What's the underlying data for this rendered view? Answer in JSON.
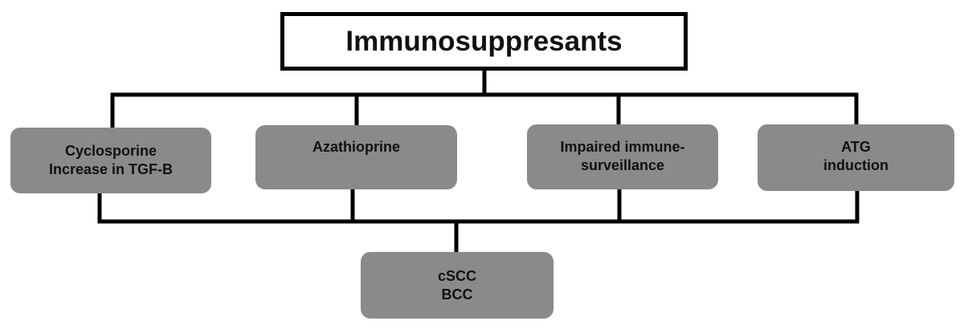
{
  "title": "Immunosuppresants",
  "causes": [
    {
      "lines": [
        "Cyclosporine",
        "Increase in TGF-B"
      ]
    },
    {
      "lines": [
        "Azathioprine"
      ]
    },
    {
      "lines": [
        "Impaired immune-",
        "surveillance"
      ]
    },
    {
      "lines": [
        "ATG",
        "induction"
      ]
    }
  ],
  "outcome": {
    "lines": [
      "cSCC",
      "BCC"
    ]
  },
  "colors": {
    "node_fill": "#8a8a8a",
    "line": "#000000",
    "title_border": "#000000"
  }
}
